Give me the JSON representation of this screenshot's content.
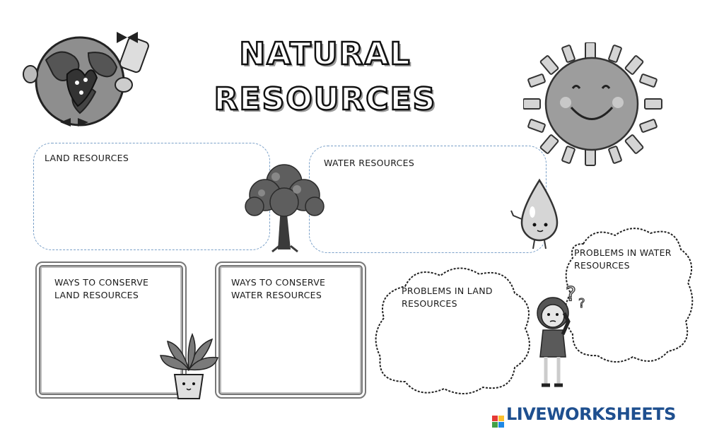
{
  "title": {
    "line1": "NATURAL",
    "line2": "RESOURCES"
  },
  "boxes": {
    "land_resources": "LAND RESOURCES",
    "water_resources": "WATER RESOURCES",
    "ways_land_line1": "WAYS TO CONSERVE",
    "ways_land_line2": "LAND RESOURCES",
    "ways_water_line1": "WAYS TO CONSERVE",
    "ways_water_line2": "WATER RESOURCES",
    "problems_land_line1": "PROBLEMS IN LAND",
    "problems_land_line2": "RESOURCES",
    "problems_water_line1": "PROBLEMS IN WATER",
    "problems_water_line2": "RESOURCES"
  },
  "brand": {
    "text": "LIVEWORKSHEETS",
    "colors": [
      "#e53935",
      "#fbc02d",
      "#43a047",
      "#1e88e5"
    ]
  },
  "icons": [
    "earth-icon",
    "sun-icon",
    "tree-icon",
    "water-drop-icon",
    "plant-pot-icon",
    "thinking-girl-icon"
  ]
}
